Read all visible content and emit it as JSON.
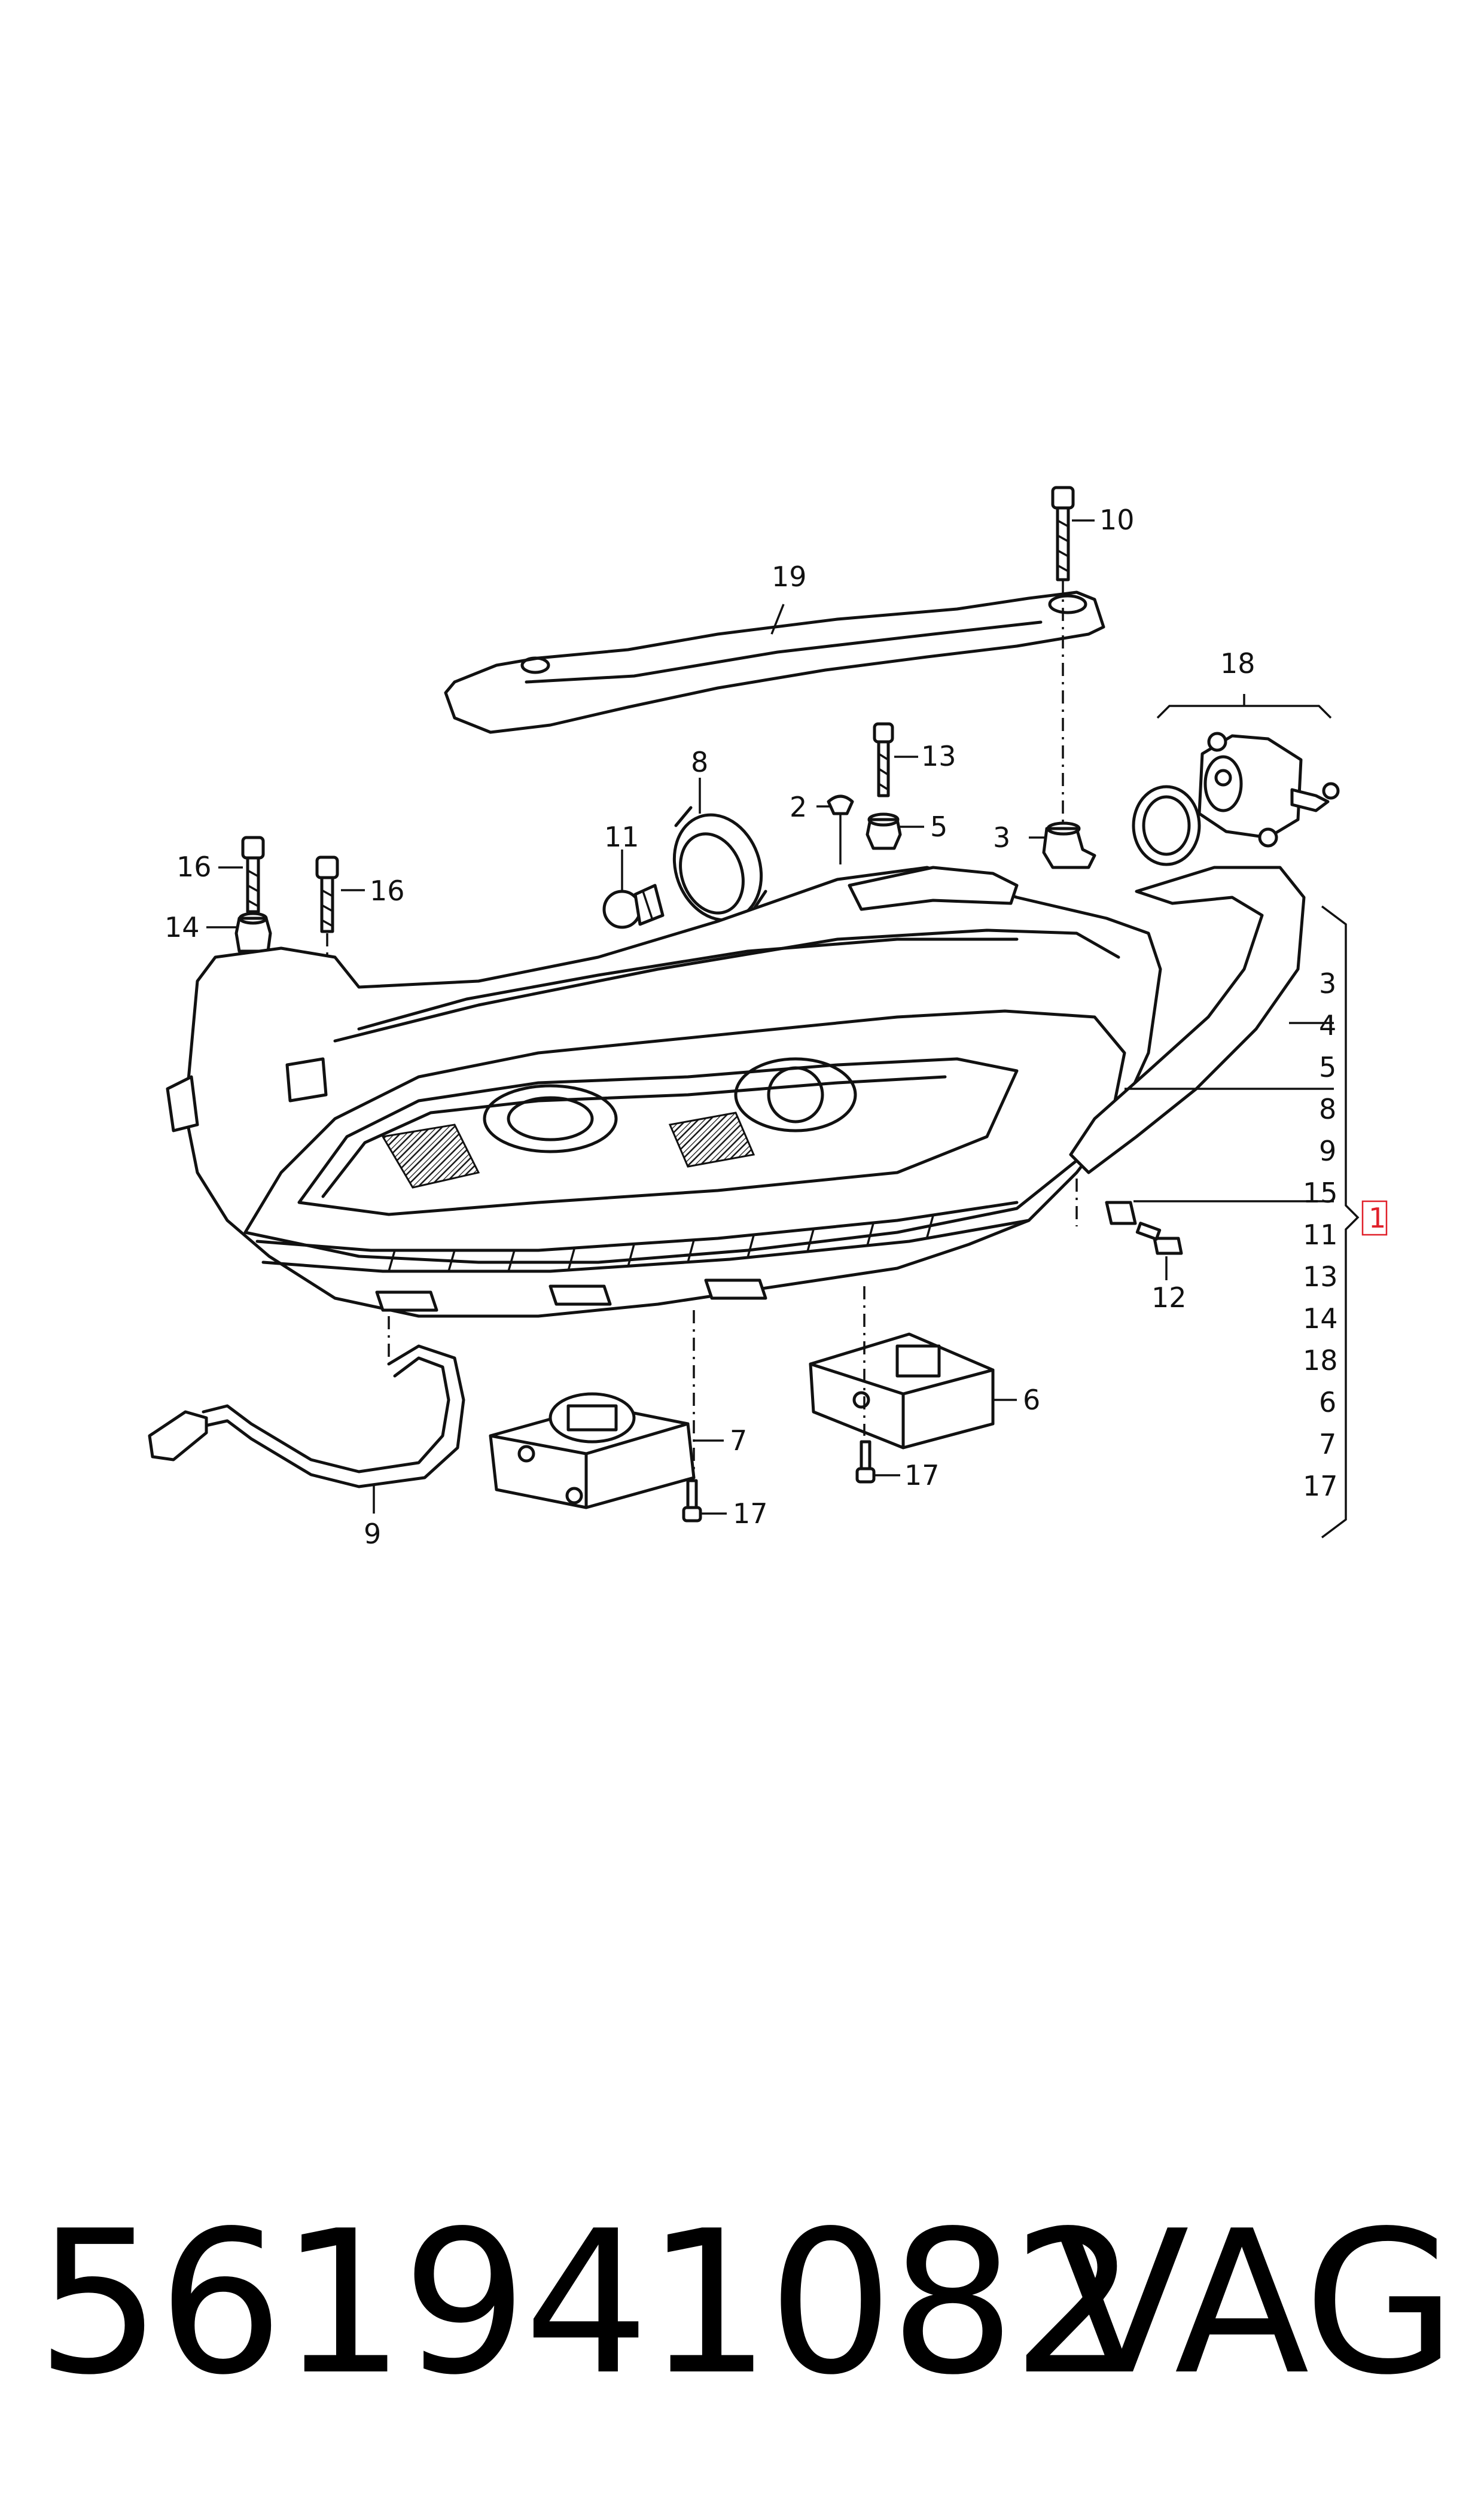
{
  "callouts": {
    "c1": "1",
    "c2": "2",
    "c3": "3",
    "c5": "5",
    "c6": "6",
    "c7": "7",
    "c8": "8",
    "c9": "9",
    "c10": "10",
    "c11": "11",
    "c12": "12",
    "c13": "13",
    "c14": "14",
    "c15": "15",
    "c16a": "16",
    "c16b": "16",
    "c17a": "17",
    "c17b": "17",
    "c18": "18",
    "c19": "19"
  },
  "assembly_list": [
    "3",
    "4",
    "5",
    "8",
    "9",
    "15",
    "11",
    "13",
    "14",
    "18",
    "6",
    "7",
    "17"
  ],
  "highlight_color": "#e0202a",
  "footer": {
    "part_number": "561941082",
    "brand": "VAG"
  }
}
